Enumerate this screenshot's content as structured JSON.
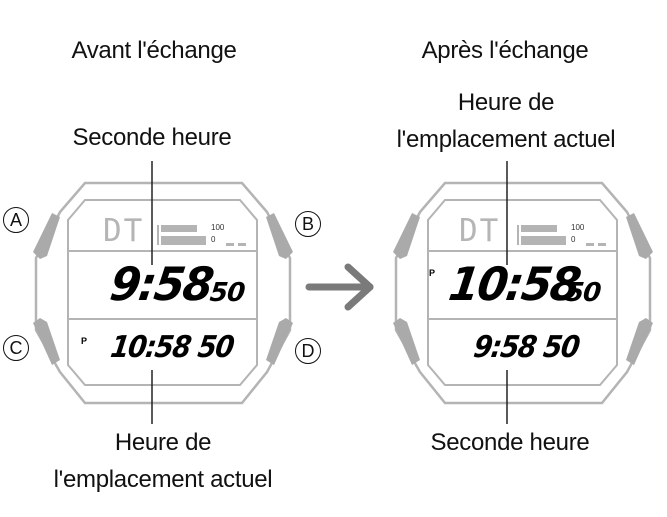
{
  "before": {
    "heading": "Avant l'échange",
    "top_label": "Seconde heure",
    "bottom_label_line1": "Heure de",
    "bottom_label_line2": "l'emplacement actuel",
    "watch": {
      "mode": "DT",
      "gauge_max": "100",
      "gauge_min": "0",
      "main_pm": "",
      "main_time": "9:58",
      "main_seconds": "50",
      "sub_pm": "P",
      "sub_time": "10:58 50"
    },
    "buttons": [
      "A",
      "B",
      "C",
      "D"
    ]
  },
  "after": {
    "heading": "Après l'échange",
    "top_label_line1": "Heure de",
    "top_label_line2": "l'emplacement actuel",
    "bottom_label": "Seconde heure",
    "watch": {
      "mode": "DT",
      "gauge_max": "100",
      "gauge_min": "0",
      "main_pm": "P",
      "main_time": "10:58",
      "main_seconds": "50",
      "sub_pm": "",
      "sub_time": "9:58 50"
    }
  },
  "colors": {
    "outline": "#b4b4b4",
    "button_fill": "#aaaaaa",
    "arrow": "#7a7a7a",
    "leader_line": "#222222"
  }
}
